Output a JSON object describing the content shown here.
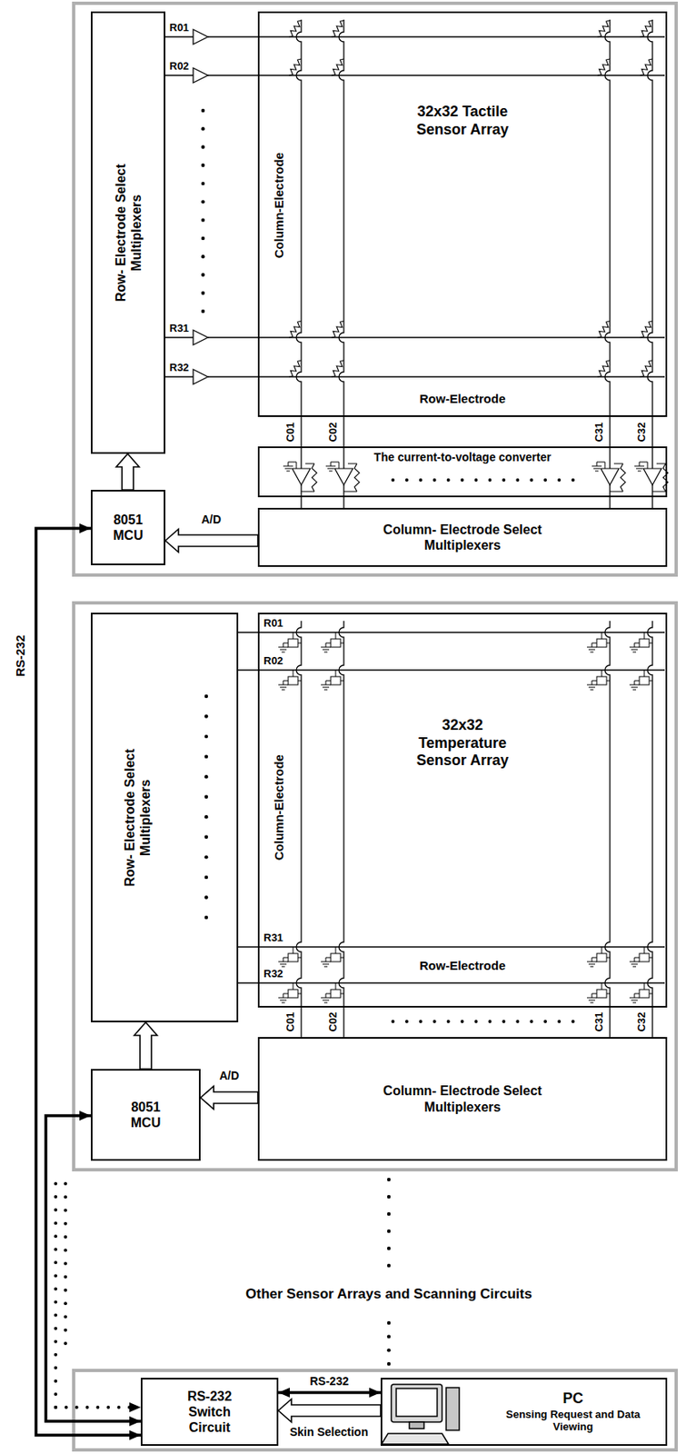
{
  "diagram": {
    "nodes": [
      {
        "text": [
          "Row- Electrode Select Multiplexers"
        ]
      },
      {
        "text": [
          "32x32 Tactile Sensor Array"
        ]
      },
      {
        "text": [
          "The current-to-voltage converter"
        ]
      },
      {
        "text": [
          "8051 MCU"
        ]
      },
      {
        "text": [
          "Column- Electrode Select Multiplexers"
        ]
      },
      {
        "text": [
          "Row- Electrode Select Multiplexers"
        ]
      },
      {
        "text": [
          "32x32 Temperature Sensor Array"
        ]
      },
      {
        "text": [
          "8051 MCU"
        ]
      },
      {
        "text": [
          "Column- Electrode Select Multiplexers"
        ]
      },
      {
        "text": [
          "RS-232 Switch Circuit"
        ]
      },
      {
        "text": [
          "PC",
          "Sensing Request and Data Viewing"
        ]
      }
    ],
    "edges": [
      {
        "from": 3,
        "to": 0,
        "arrow": "to"
      },
      {
        "from": 4,
        "to": 3,
        "arrow": "to",
        "label": "A/D"
      },
      {
        "from": 7,
        "to": 5,
        "arrow": "to"
      },
      {
        "from": 8,
        "to": 7,
        "arrow": "to",
        "label": "A/D"
      },
      {
        "from": 9,
        "to": 3,
        "arrow": "both",
        "label": "RS-232"
      },
      {
        "from": 9,
        "to": 7,
        "arrow": "both"
      },
      {
        "from": 10,
        "to": 9,
        "arrow": "both",
        "label": "RS-232"
      },
      {
        "from": 10,
        "to": 9,
        "arrow": "to",
        "label": "Skin Selection"
      }
    ],
    "labels": [
      "R01",
      "R02",
      "R31",
      "R32",
      "Column-Electrode",
      "Row-Electrode",
      "C01",
      "C02",
      "C31",
      "C32",
      "R01",
      "R02",
      "R31",
      "R32",
      "Column-Electrode",
      "Row-Electrode",
      "C01",
      "C02",
      "C31",
      "C32",
      "Other Sensor Arrays and Scanning Circuits"
    ]
  }
}
